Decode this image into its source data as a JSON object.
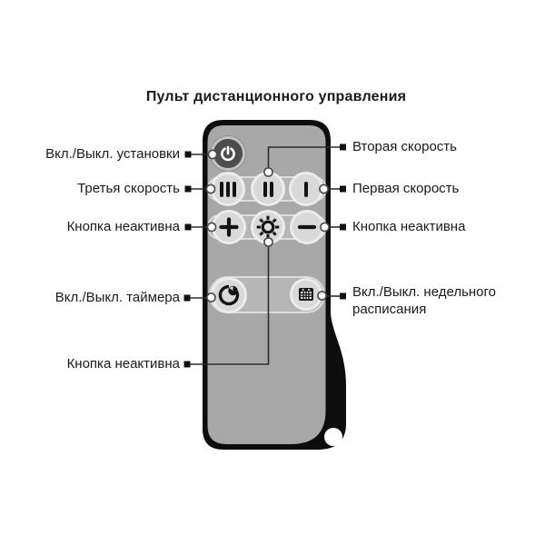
{
  "title": "Пульт дистанционного управления",
  "callouts": {
    "left": [
      "Вкл./Выкл. установки",
      "Третья скорость",
      "Кнопка неактивна",
      "Вкл./Выкл. таймера",
      "Кнопка неактивна"
    ],
    "right": [
      "Вторая скорость",
      "Первая скорость",
      "Кнопка неактивна",
      "Вкл./Выкл. недельного расписания"
    ]
  },
  "remote": {
    "buttons": [
      {
        "id": "power",
        "icon": "power-icon"
      },
      {
        "id": "speed-3",
        "icon": "speed-three-bars-icon"
      },
      {
        "id": "speed-2",
        "icon": "speed-two-bars-icon"
      },
      {
        "id": "speed-1",
        "icon": "speed-one-bar-icon"
      },
      {
        "id": "plus",
        "icon": "plus-icon"
      },
      {
        "id": "inactive",
        "icon": "sun-gear-icon"
      },
      {
        "id": "minus",
        "icon": "minus-icon"
      },
      {
        "id": "timer",
        "icon": "timer-clock-icon"
      },
      {
        "id": "schedule",
        "icon": "calendar-icon"
      }
    ]
  },
  "colors": {
    "background": "#ffffff",
    "remote_outline": "#0d0d0d",
    "remote_body": "#a8a8a8",
    "button_fill": "#d9d9d9",
    "button_ring": "#ececec",
    "band_fill": "#b6b6b6",
    "power_button_fill": "#4d4d4d",
    "icon": "#141414",
    "leader_line": "#2d2d2d",
    "text": "#1a1a1a"
  }
}
